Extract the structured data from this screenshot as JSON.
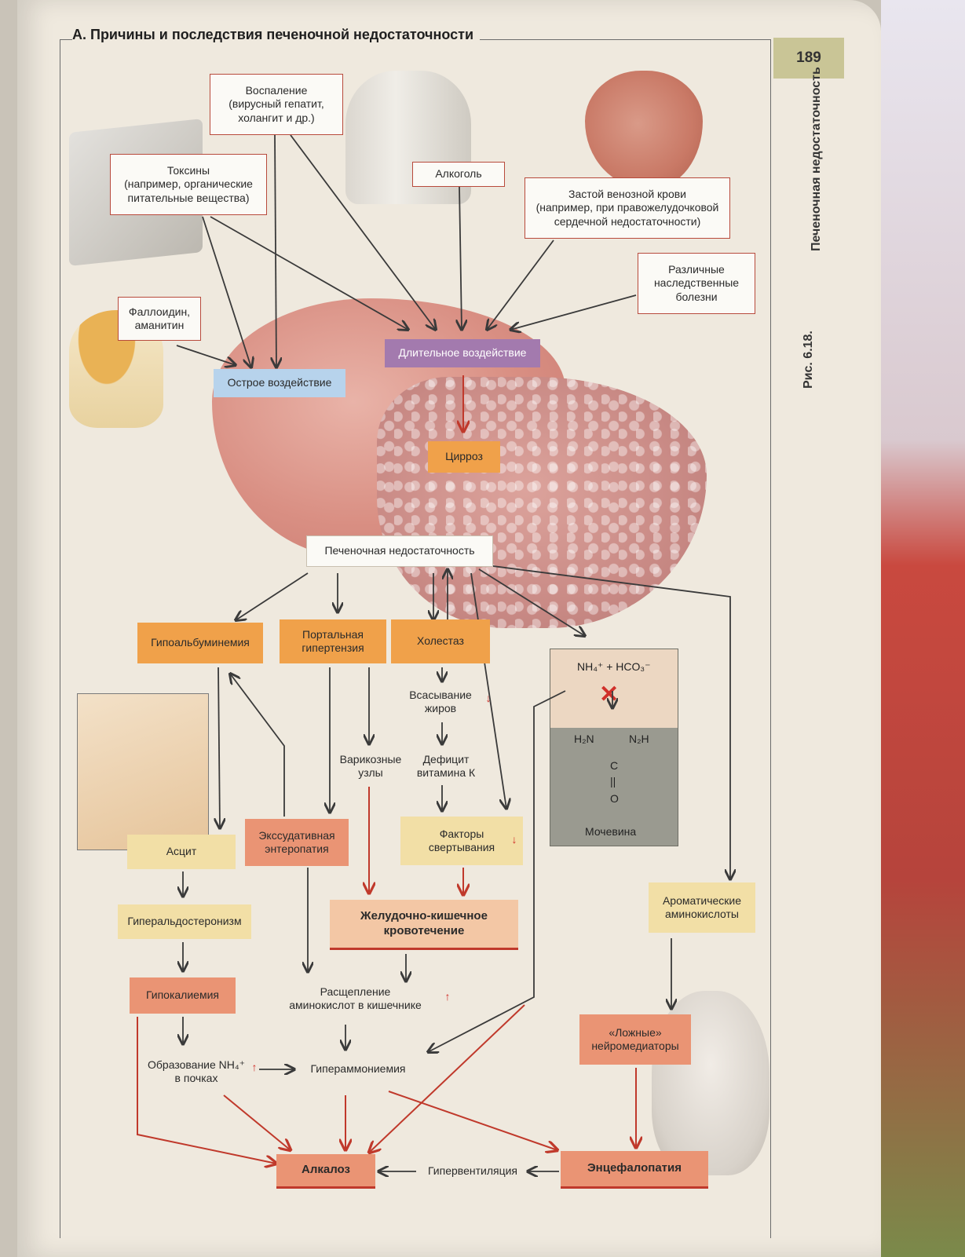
{
  "header": {
    "title": "А. Причины и последствия печеночной недостаточности",
    "page_number": "189",
    "side_caption": "Печеночная недостаточность",
    "figure_label": "Рис. 6.18."
  },
  "causes": {
    "inflammation": "Воспаление\n(вирусный гепатит,\nхолангит и др.)",
    "toxins": "Токсины\n(например, органические\nпитательные вещества)",
    "alcohol": "Алкоголь",
    "venous_congestion": "Застой венозной крови\n(например, при правожелудочковой\nсердечной недостаточности)",
    "hereditary": "Различные\nнаследственные\nболезни",
    "phalloidin": "Фаллоидин,\nаманитин"
  },
  "exposure": {
    "acute": "Острое воздействие",
    "chronic": "Длительное воздействие",
    "cirrhosis": "Цирроз",
    "liver_failure": "Печеночная недостаточность"
  },
  "consequences": {
    "hypoalbuminemia": "Гипоальбуминемия",
    "portal_hypertension": "Портальная\nгипертензия",
    "cholestasis": "Холестаз",
    "fat_absorption": "Всасывание\nжиров",
    "varices": "Варикозные\nузлы",
    "vitamin_k": "Дефицит\nвитамина К",
    "clotting_factors": "Факторы\nсвертывания",
    "ascites": "Асцит",
    "exudative_enteropathy": "Экссудативная\nэнтеропатия",
    "gi_bleeding": "Желудочно-кишечное\nкровотечение",
    "hyperaldosteronism": "Гиперальдостеронизм",
    "hypokalemia": "Гипокалиемия",
    "amino_breakdown": "Расщепление\nаминокислот в кишечнике",
    "nh4_formation": "Образование NH₄⁺\nв почках",
    "hyperammonemia": "Гипераммониемия",
    "aromatic_amino": "Ароматические\nаминокислоты",
    "false_neuro": "«Ложные»\nнейромедиаторы",
    "alkalosis": "Алкалоз",
    "hyperventilation": "Гипервентиляция",
    "encephalopathy": "Энцефалопатия"
  },
  "urea": {
    "reaction": "NH₄⁺ + HCO₃⁻",
    "formula_left": "H₂N",
    "formula_right": "N₂H",
    "formula_c": "C",
    "formula_bond": "||",
    "formula_o": "O",
    "label": "Мочевина"
  },
  "indicators": {
    "up": "↑",
    "down": "↓"
  },
  "colors": {
    "orange": "#f0a14a",
    "yellow": "#f2dfa6",
    "salmon": "#ea9474",
    "blue": "#b7d3ec",
    "purple": "#a37aae",
    "red_arrow": "#c0392b",
    "dark_arrow": "#3a3a3a"
  }
}
